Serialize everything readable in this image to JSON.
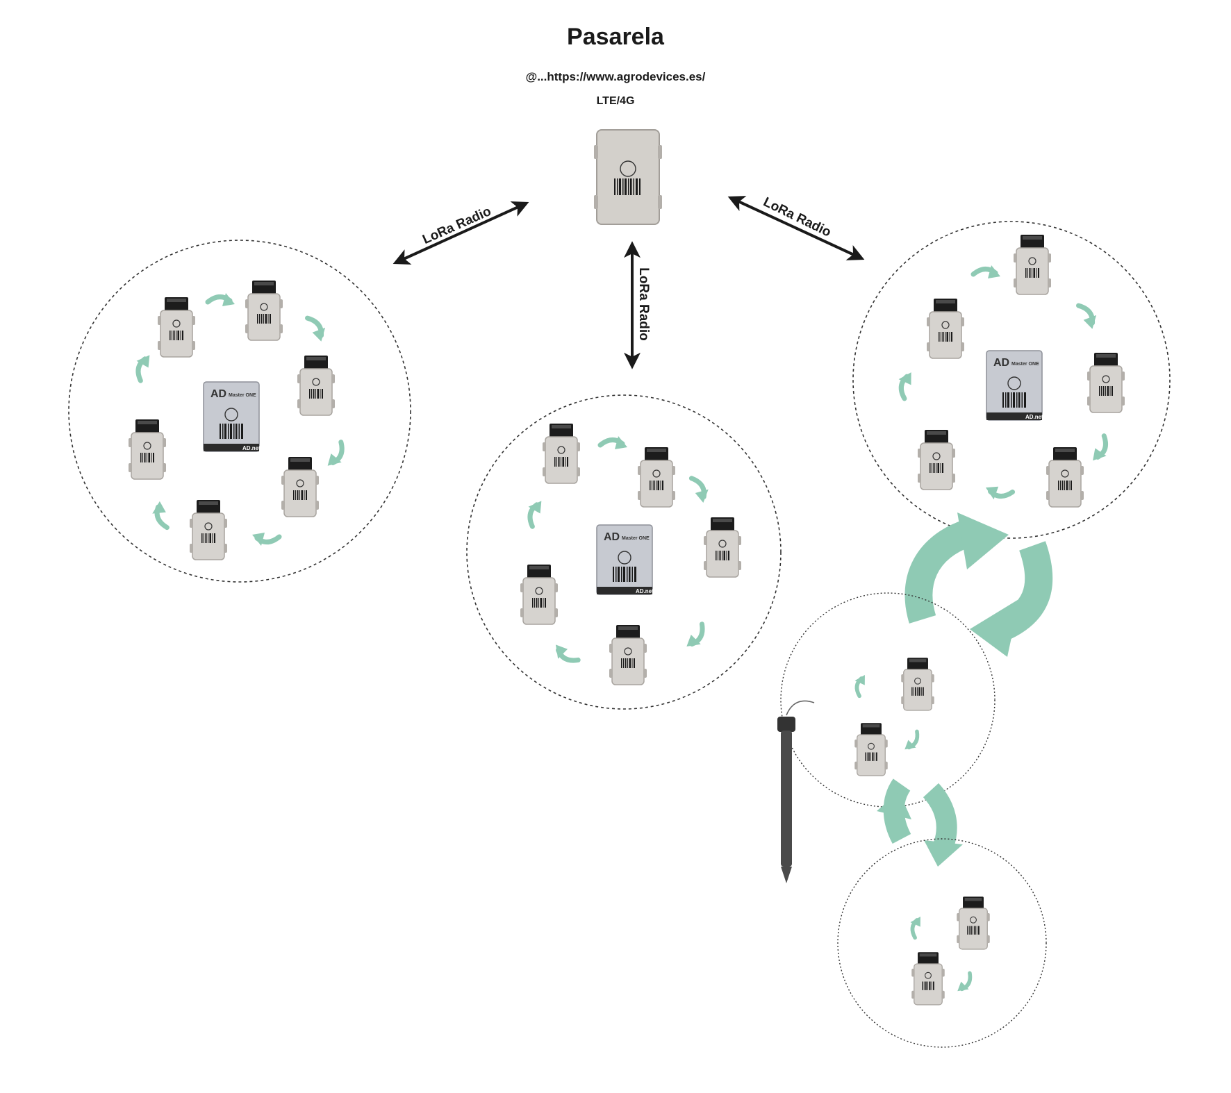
{
  "header": {
    "title": "Pasarela",
    "url": "@...https://www.agrodevices.es/",
    "network": "LTE/4G"
  },
  "links": {
    "left": "LoRa Radio",
    "center": "LoRa Radio",
    "right": "LoRa Radio"
  },
  "master_box": {
    "brand": "AD",
    "model": "Master ONE",
    "footer": "AD.net"
  },
  "colors": {
    "cycle_arrow": "#8fcab4",
    "enclosure": "#d6d3cf",
    "enclosure_shade": "#b3afaa",
    "solar_panel": "#1c1c1c",
    "master_box": "#c7cad1",
    "dashed_circle": "#333333",
    "link_arrow": "#1a1a1a"
  }
}
